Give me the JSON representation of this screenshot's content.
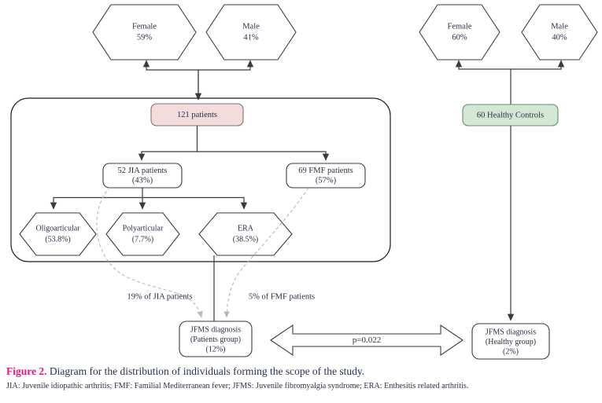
{
  "figure": {
    "label": "Figure 2.",
    "caption": "Diagram for the distribution of individuals forming the scope of the study.",
    "abbreviations": "JIA: Juvenile idiopathic arthritis; FMF: Familial Mediterranean fever; JFMS: Juvenile fibromyalgia syndrome; ERA: Enthesitis related arthritis."
  },
  "colors": {
    "accent_pink": "#e4187c",
    "patients_box_fill": "#f3dcdc",
    "controls_box_fill": "#d3e8d2",
    "stroke": "#3b3b3b",
    "dashed_stroke": "#b9b9b9",
    "text": "#2a2f45"
  },
  "patients_branch": {
    "sex_nodes": [
      {
        "name": "patients-female",
        "label": "Female",
        "value": "59%"
      },
      {
        "name": "patients-male",
        "label": "Male",
        "value": "41%"
      }
    ],
    "root": {
      "label": "121 patients"
    },
    "disease_groups": [
      {
        "name": "jia-group",
        "label": "52 JIA patients",
        "value": "(43%)"
      },
      {
        "name": "fmf-group",
        "label": "69 FMF patients",
        "value": "(57%)"
      }
    ],
    "jia_subtypes": [
      {
        "name": "oligoarticular",
        "label": "Oligoarticular",
        "value": "(53.8%)"
      },
      {
        "name": "polyarticular",
        "label": "Polyarticular",
        "value": "(7.7%)"
      },
      {
        "name": "era",
        "label": "ERA",
        "value": "(38.5%)"
      }
    ],
    "dashed_edge_labels": [
      {
        "name": "jia-to-jfms",
        "label": "19% of JIA patients"
      },
      {
        "name": "fmf-to-jfms",
        "label": "5% of FMF patients"
      }
    ],
    "outcome": {
      "line1": "JFMS diagnosis",
      "line2": "(Patients group)",
      "line3": "(12%)"
    }
  },
  "controls_branch": {
    "sex_nodes": [
      {
        "name": "controls-female",
        "label": "Female",
        "value": "60%"
      },
      {
        "name": "controls-male",
        "label": "Male",
        "value": "40%"
      }
    ],
    "root": {
      "label": "60 Healthy Controls"
    },
    "outcome": {
      "line1": "JFMS diagnosis",
      "line2": "(Healthy group)",
      "line3": "(2%)"
    }
  },
  "comparison": {
    "p_value": "p=0.022"
  },
  "chart_data": {
    "type": "diagram",
    "title": "Diagram for the distribution of individuals forming the scope of the study.",
    "nodes": [
      {
        "id": "patients-female",
        "shape": "hexagon",
        "text": "Female 59%"
      },
      {
        "id": "patients-male",
        "shape": "hexagon",
        "text": "Male 41%"
      },
      {
        "id": "patients-root",
        "shape": "rounded-rect",
        "text": "121 patients",
        "fill": "#f3dcdc"
      },
      {
        "id": "jia-group",
        "shape": "rounded-rect",
        "text": "52 JIA patients (43%)"
      },
      {
        "id": "fmf-group",
        "shape": "rounded-rect",
        "text": "69 FMF patients (57%)"
      },
      {
        "id": "oligoarticular",
        "shape": "hexagon",
        "text": "Oligoarticular (53.8%)"
      },
      {
        "id": "polyarticular",
        "shape": "hexagon",
        "text": "Polyarticular (7.7%)"
      },
      {
        "id": "era",
        "shape": "hexagon",
        "text": "ERA (38.5%)"
      },
      {
        "id": "jfms-patients",
        "shape": "rounded-rect",
        "text": "JFMS diagnosis (Patients group) (12%)"
      },
      {
        "id": "controls-female",
        "shape": "hexagon",
        "text": "Female 60%"
      },
      {
        "id": "controls-male",
        "shape": "hexagon",
        "text": "Male 40%"
      },
      {
        "id": "controls-root",
        "shape": "rounded-rect",
        "text": "60 Healthy Controls",
        "fill": "#d3e8d2"
      },
      {
        "id": "jfms-healthy",
        "shape": "rounded-rect",
        "text": "JFMS diagnosis (Healthy group) (2%)"
      }
    ],
    "edges": [
      {
        "from": "patients-root",
        "to": "patients-female",
        "style": "solid"
      },
      {
        "from": "patients-root",
        "to": "patients-male",
        "style": "solid"
      },
      {
        "from": "patients-root",
        "to": "jia-group",
        "style": "solid"
      },
      {
        "from": "patients-root",
        "to": "fmf-group",
        "style": "solid"
      },
      {
        "from": "jia-group",
        "to": "oligoarticular",
        "style": "solid"
      },
      {
        "from": "jia-group",
        "to": "polyarticular",
        "style": "solid"
      },
      {
        "from": "jia-group",
        "to": "era",
        "style": "solid"
      },
      {
        "from": "jia-group",
        "to": "jfms-patients",
        "style": "dashed",
        "label": "19% of JIA patients"
      },
      {
        "from": "fmf-group",
        "to": "jfms-patients",
        "style": "dashed",
        "label": "5% of FMF patients"
      },
      {
        "from": "patients-group-frame",
        "to": "jfms-patients",
        "style": "solid"
      },
      {
        "from": "controls-root",
        "to": "controls-female",
        "style": "solid"
      },
      {
        "from": "controls-root",
        "to": "controls-male",
        "style": "solid"
      },
      {
        "from": "controls-root",
        "to": "jfms-healthy",
        "style": "solid"
      },
      {
        "from": "jfms-patients",
        "to": "jfms-healthy",
        "style": "double-block-arrow",
        "label": "p=0.022"
      }
    ]
  }
}
